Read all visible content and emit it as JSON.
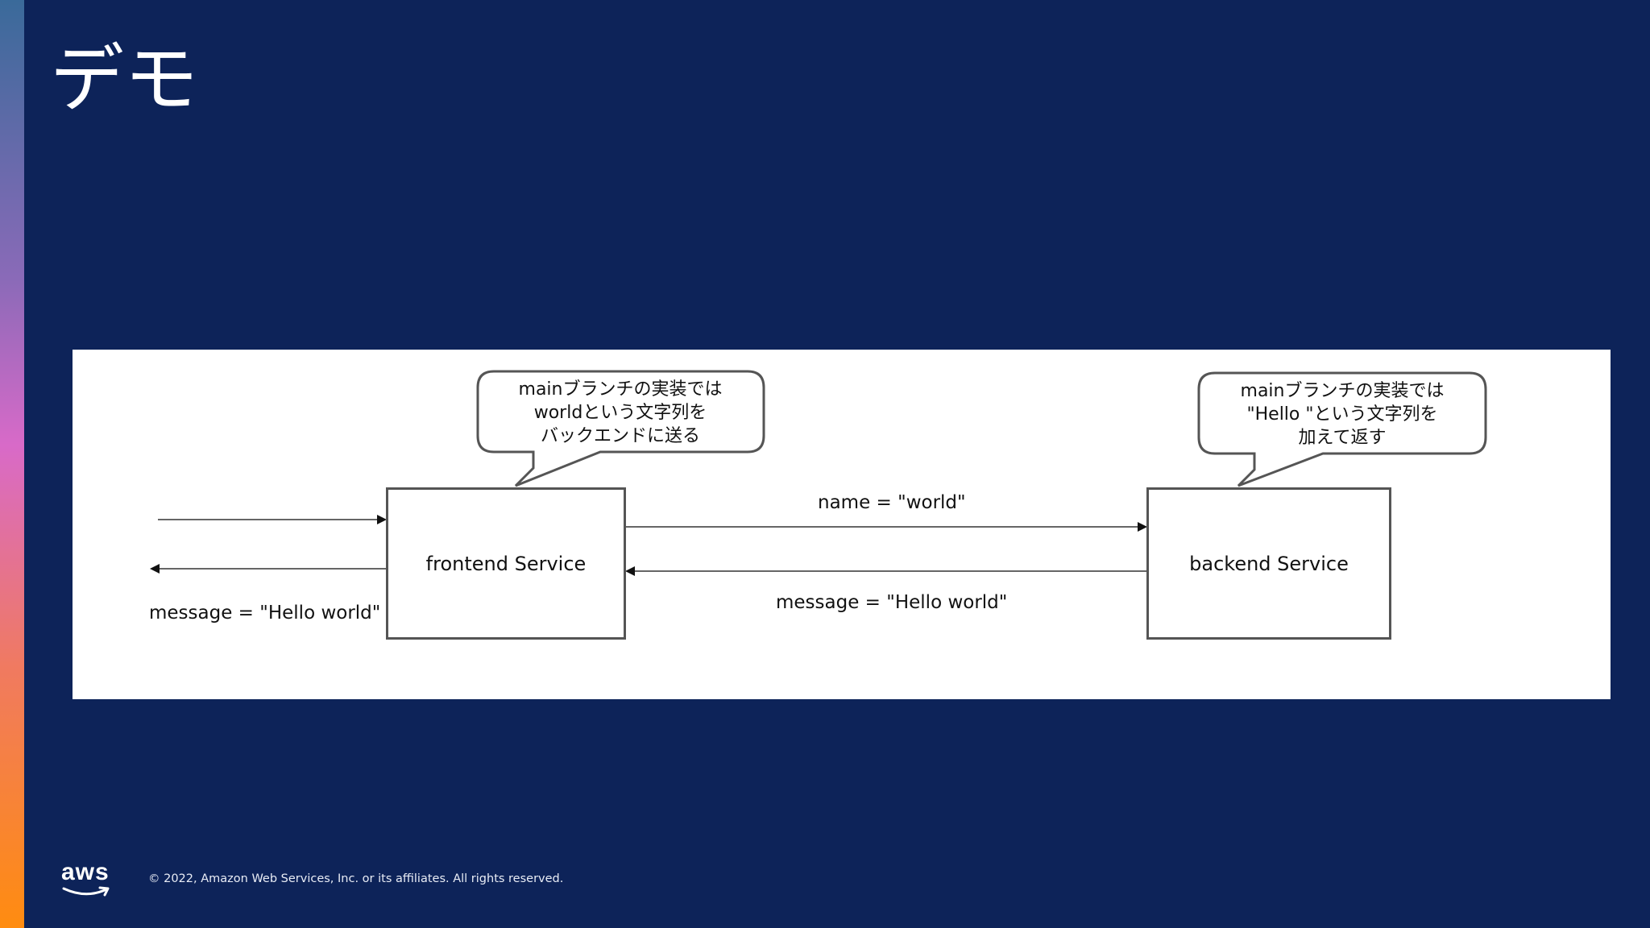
{
  "slide": {
    "title": "デモ",
    "footer": {
      "logo_text": "aws",
      "copyright": "© 2022, Amazon Web Services, Inc. or its affiliates. All rights reserved."
    },
    "colors": {
      "background": "#0d2359",
      "panel": "#ffffff",
      "stroke": "#555555"
    }
  },
  "diagram": {
    "nodes": [
      {
        "id": "frontend",
        "label": "frontend Service"
      },
      {
        "id": "backend",
        "label": "backend Service"
      }
    ],
    "callouts": [
      {
        "target": "frontend",
        "lines": [
          "mainブランチの実装では",
          "worldという文字列を",
          "バックエンドに送る"
        ]
      },
      {
        "target": "backend",
        "lines": [
          "mainブランチの実装では",
          "\"Hello \"という文字列を",
          "加えて返す"
        ]
      }
    ],
    "edges": [
      {
        "from": "client",
        "to": "frontend",
        "label": ""
      },
      {
        "from": "frontend",
        "to": "client",
        "label": "message = \"Hello world\""
      },
      {
        "from": "frontend",
        "to": "backend",
        "label": "name = \"world\""
      },
      {
        "from": "backend",
        "to": "frontend",
        "label": "message = \"Hello world\""
      }
    ]
  }
}
